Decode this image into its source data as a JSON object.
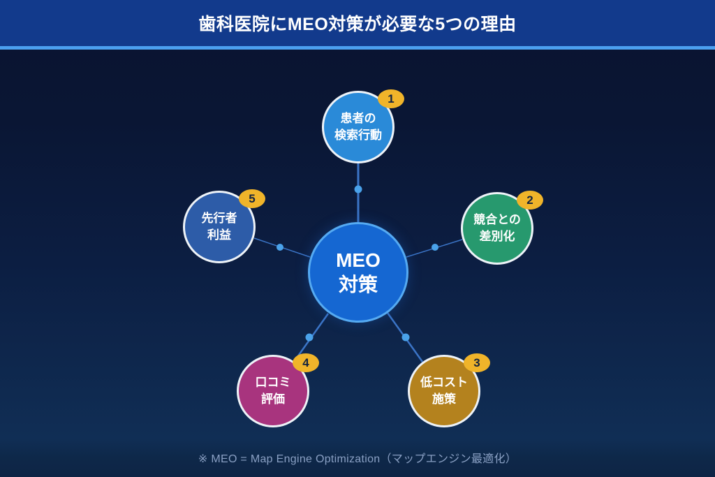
{
  "header": {
    "title": "歯科医院にMEO対策が必要な5つの理由"
  },
  "center": {
    "line1": "MEO",
    "line2": "対策",
    "color": "#1567d2",
    "border_color": "#55aaf2"
  },
  "badge": {
    "color": "#f0b42a",
    "text_color": "#13233f"
  },
  "nodes": [
    {
      "number": "1",
      "line1": "患者の",
      "line2": "検索行動",
      "color": "#2a8ad8"
    },
    {
      "number": "2",
      "line1": "競合との",
      "line2": "差別化",
      "color": "#27996e"
    },
    {
      "number": "3",
      "line1": "低コスト",
      "line2": "施策",
      "color": "#b4821e"
    },
    {
      "number": "4",
      "line1": "口コミ",
      "line2": "評価",
      "color": "#a8347e"
    },
    {
      "number": "5",
      "line1": "先行者",
      "line2": "利益",
      "color": "#2d5ca8"
    }
  ],
  "footer": {
    "note": "※ MEO = Map Engine Optimization（マップエンジン最適化）"
  },
  "colors": {
    "header_bg": "#123a8c",
    "header_underline": "#4b9ff0",
    "connector_line": "#3b74c6",
    "connector_dot": "#4aa2ea",
    "background_top": "#091330",
    "background_bottom": "#102e55"
  }
}
